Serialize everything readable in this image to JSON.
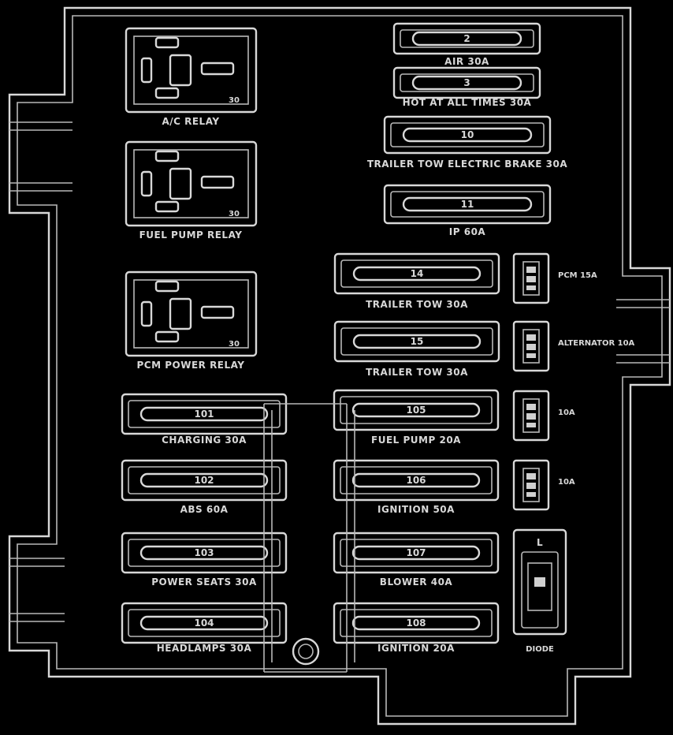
{
  "relays": [
    {
      "id": "r1",
      "label": "A/C RELAY",
      "tag": "30"
    },
    {
      "id": "r2",
      "label": "FUEL PUMP RELAY",
      "tag": "30"
    },
    {
      "id": "r3",
      "label": "PCM POWER RELAY",
      "tag": "30"
    }
  ],
  "right_fuses": [
    {
      "id": "f1",
      "num": "2",
      "label": "AIR 30A"
    },
    {
      "id": "f2",
      "num": "3",
      "label": "HOT AT ALL TIMES 30A"
    },
    {
      "id": "f3",
      "num": "10",
      "label": "TRAILER TOW ELECTRIC BRAKE 30A"
    },
    {
      "id": "f4",
      "num": "11",
      "label": "IP 60A"
    }
  ],
  "mid_fuses": [
    {
      "id": "m1",
      "num": "14",
      "label": "TRAILER TOW 30A"
    },
    {
      "id": "m2",
      "num": "15",
      "label": "TRAILER TOW 30A"
    }
  ],
  "lower_left": [
    {
      "id": "l1",
      "num": "101",
      "label": "CHARGING 30A"
    },
    {
      "id": "l2",
      "num": "102",
      "label": "ABS 60A"
    },
    {
      "id": "l3",
      "num": "103",
      "label": "POWER SEATS 30A"
    },
    {
      "id": "l4",
      "num": "104",
      "label": "HEADLAMPS 30A"
    }
  ],
  "lower_right": [
    {
      "id": "n1",
      "num": "105",
      "label": "FUEL PUMP 20A"
    },
    {
      "id": "n2",
      "num": "106",
      "label": "IGNITION 50A"
    },
    {
      "id": "n3",
      "num": "107",
      "label": "BLOWER 40A"
    },
    {
      "id": "n4",
      "num": "108",
      "label": "IGNITION 20A"
    }
  ],
  "mini_labels": [
    {
      "id": "s1",
      "label": "PCM 15A"
    },
    {
      "id": "s2",
      "label": "ALTERNATOR 10A"
    },
    {
      "id": "s3",
      "label": "10A"
    },
    {
      "id": "s4",
      "label": "10A"
    }
  ],
  "diode": {
    "label": "DIODE",
    "tag": "L"
  }
}
